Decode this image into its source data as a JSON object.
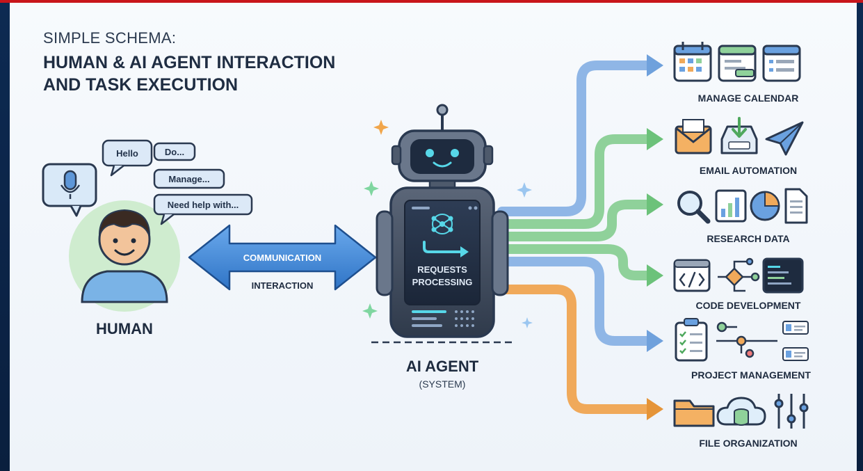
{
  "header": {
    "subtitle": "SIMPLE SCHEMA:",
    "title_line1": "HUMAN & AI AGENT INTERACTION",
    "title_line2": "AND TASK EXECUTION"
  },
  "human": {
    "label": "HUMAN",
    "bubbles": [
      "Hello",
      "Do...",
      "Manage...",
      "Need help with..."
    ]
  },
  "link": {
    "arrow_label": "COMMUNICATION",
    "under_label": "INTERACTION"
  },
  "agent": {
    "panel_line1": "REQUESTS",
    "panel_line2": "PROCESSING",
    "label": "AI AGENT",
    "sublabel": "(SYSTEM)"
  },
  "tasks": [
    {
      "label": "MANAGE CALENDAR",
      "color": "#8fb6e6"
    },
    {
      "label": "EMAIL AUTOMATION",
      "color": "#8fd19a"
    },
    {
      "label": "RESEARCH DATA",
      "color": "#8fd19a"
    },
    {
      "label": "CODE DEVELOPMENT",
      "color": "#8fd19a"
    },
    {
      "label": "PROJECT MANAGEMENT",
      "color": "#8fb6e6"
    },
    {
      "label": "FILE ORGANIZATION",
      "color": "#f0a95a"
    }
  ],
  "colors": {
    "blue_arrow": "#3d86d9",
    "robot_body": "#3b4658",
    "screen_glow": "#57d7e8",
    "human_circle": "#cfeccf",
    "orange": "#f0a95a"
  },
  "icons": {
    "human": "person-avatar-icon",
    "mic": "microphone-icon",
    "robot": "robot-icon",
    "calendar": "calendar-icon",
    "email": "envelope-icon",
    "inbox": "inbox-icon",
    "send": "paper-plane-icon",
    "search": "magnifier-icon",
    "chart": "bar-chart-icon",
    "pie": "pie-chart-icon",
    "doc": "document-icon",
    "code": "code-window-icon",
    "flow": "flowchart-icon",
    "terminal": "terminal-icon",
    "checklist": "checklist-icon",
    "folder": "folder-icon",
    "cloud": "cloud-database-icon",
    "sliders": "sliders-icon"
  }
}
